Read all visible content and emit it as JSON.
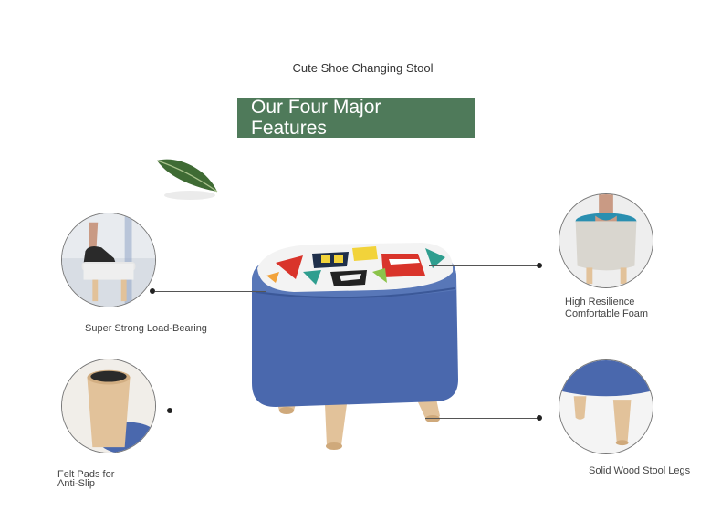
{
  "title": "Cute Shoe Changing Stool",
  "banner": {
    "line1": "Our Four Major",
    "line2": "Features",
    "color": "#4f7a5a"
  },
  "features": [
    {
      "lines": [
        "Super Strong Load-Bearing"
      ]
    },
    {
      "lines": [
        "Felt Pads for",
        "Anti-Slip"
      ]
    },
    {
      "lines": [
        "High Resilience",
        "Comfortable Foam"
      ]
    },
    {
      "lines": [
        "Solid Wood Stool Legs"
      ]
    }
  ],
  "colors": {
    "fabric": "#4a68ad",
    "wood": "#e2c29a",
    "cushion_light": "#ececec",
    "accent_green": "#4f7a5a"
  }
}
